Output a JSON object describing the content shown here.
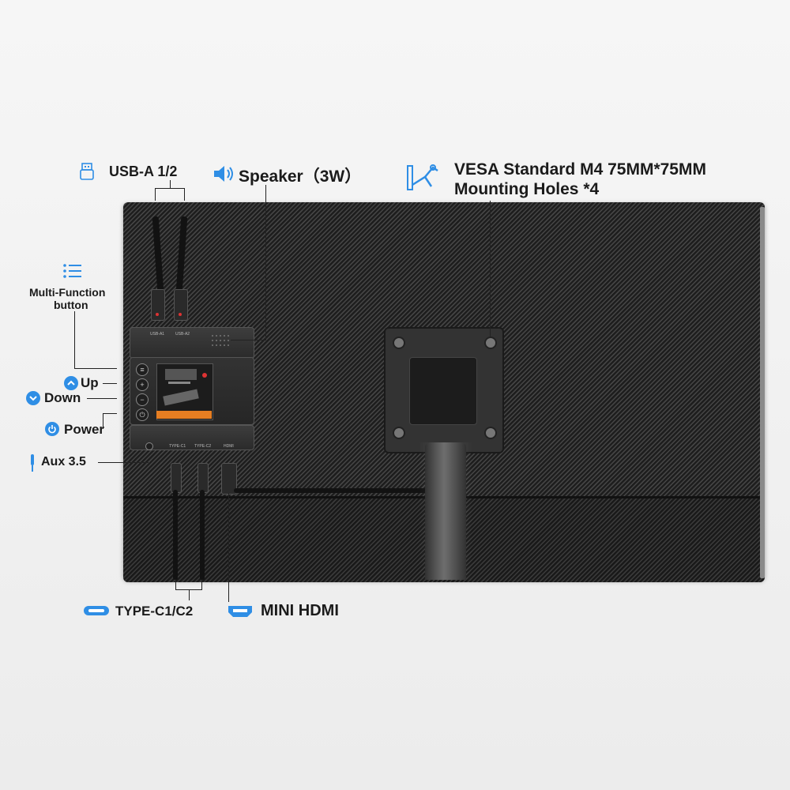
{
  "callouts": {
    "usb_a": "USB-A 1/2",
    "speaker": "Speaker（3W）",
    "vesa_line1": "VESA Standard M4 75MM*75MM",
    "vesa_line2": "Mounting Holes *4",
    "multi_function_line1": "Multi-Function",
    "multi_function_line2": "button",
    "up": "Up",
    "down": "Down",
    "power": "Power",
    "aux": "Aux 3.5",
    "type_c": "TYPE-C1/C2",
    "mini_hdmi": "MINI HDMI"
  },
  "port_labels": {
    "usb_a1": "USB-A1",
    "usb_a2": "USB-A2",
    "type_c1": "TYPE-C1",
    "type_c2": "TYPE-C2",
    "hdmi": "HDMI"
  },
  "colors": {
    "accent": "#2f8ee5",
    "monitor_back": "#2a2a2a",
    "background": "#f2f2f2"
  },
  "icons": [
    "usb-icon",
    "speaker-icon",
    "vesa-mount-icon",
    "menu-icon",
    "up-icon",
    "down-icon",
    "power-icon",
    "aux-icon",
    "type-c-icon",
    "hdmi-icon"
  ]
}
